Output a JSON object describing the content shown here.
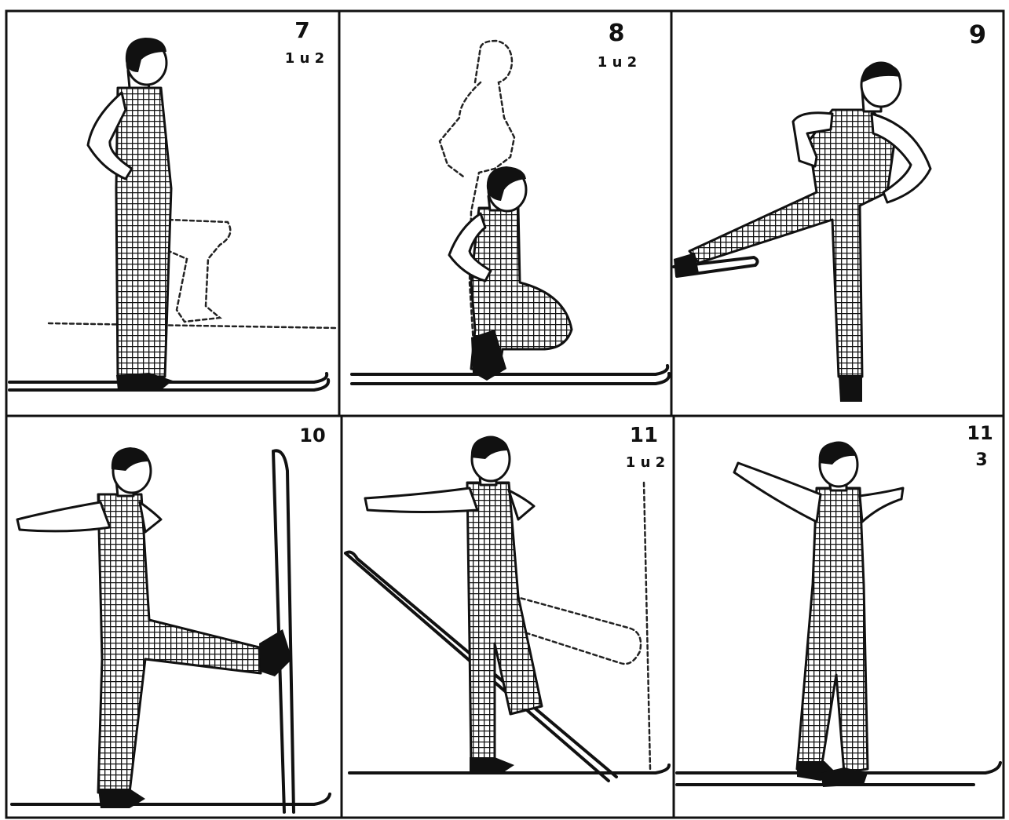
{
  "panels": [
    {
      "number": "7",
      "sub": "1 u 2"
    },
    {
      "number": "8",
      "sub": "1 u 2"
    },
    {
      "number": "9",
      "sub": ""
    },
    {
      "number": "10",
      "sub": ""
    },
    {
      "number": "11",
      "sub": "1 u 2"
    },
    {
      "number": "11",
      "sub": "3"
    }
  ],
  "colors": {
    "ink": "#111111",
    "paper": "#ffffff"
  }
}
